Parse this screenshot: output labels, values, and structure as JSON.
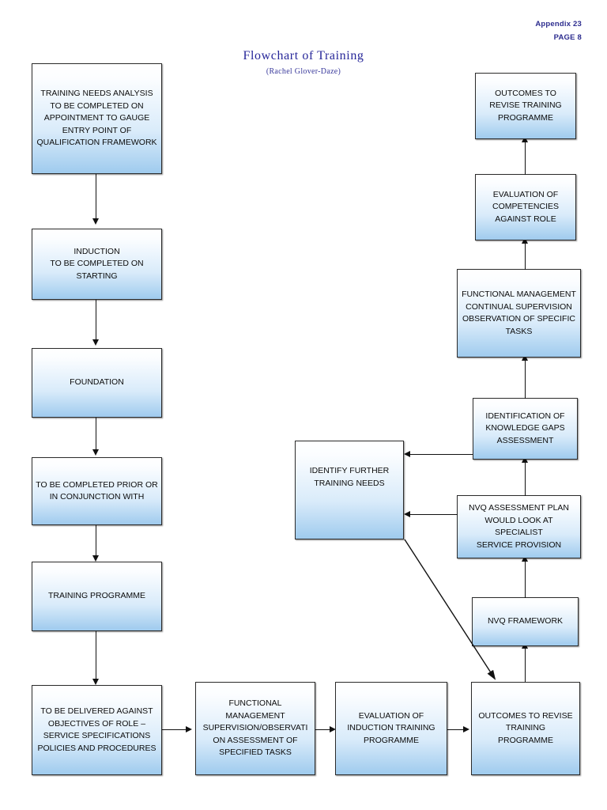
{
  "page": {
    "appendix": "Appendix 23",
    "page_label": "PAGE 8",
    "title": "Flowchart of Training",
    "author": "(Rachel Glover-Daze)",
    "header_color": "#2d2d8f",
    "title_color": "#262699",
    "node_fill_top": "#ffffff",
    "node_fill_bottom": "#9fcbee",
    "node_border": "#2b2b2b",
    "connector_color": "#111111"
  },
  "nodes": {
    "training_needs_analysis": "TRAINING NEEDS ANALYSIS\nTO BE COMPLETED ON\nAPPOINTMENT TO GAUGE\nENTRY POINT OF\nQUALIFICATION FRAMEWORK",
    "induction": "INDUCTION\nTO BE COMPLETED ON\nSTARTING",
    "foundation": "FOUNDATION",
    "prior_or_conjunction": "TO BE COMPLETED PRIOR OR\nIN CONJUNCTION WITH",
    "training_programme": "TRAINING PROGRAMME",
    "delivered_against_objectives": "TO BE DELIVERED AGAINST\nOBJECTIVES OF ROLE –\nSERVICE SPECIFICATIONS\nPOLICIES AND PROCEDURES",
    "functional_management_supervision": "FUNCTIONAL\nMANAGEMENT\nSUPERVISION/OBSERVATI\nON ASSESSMENT OF\nSPECIFIED TASKS",
    "evaluation_induction_training": "EVALUATION OF\nINDUCTION TRAINING\nPROGRAMME",
    "outcomes_revise_training_bottom": "OUTCOMES TO REVISE\nTRAINING\nPROGRAMME",
    "nvq_framework": "NVQ FRAMEWORK",
    "nvq_assessment_plan": "NVQ ASSESSMENT PLAN\nWOULD LOOK AT SPECIALIST\nSERVICE PROVISION",
    "identification_knowledge_gaps": "IDENTIFICATION OF\nKNOWLEDGE GAPS\nASSESSMENT",
    "functional_management_continual": "FUNCTIONAL MANAGEMENT\nCONTINUAL SUPERVISION\nOBSERVATION OF SPECIFIC\nTASKS",
    "evaluation_competencies": "EVALUATION OF\nCOMPETENCIES\nAGAINST ROLE",
    "outcomes_revise_training_top": "OUTCOMES TO\nREVISE TRAINING\nPROGRAMME",
    "identify_further_training_needs": "IDENTIFY FURTHER\nTRAINING NEEDS"
  }
}
